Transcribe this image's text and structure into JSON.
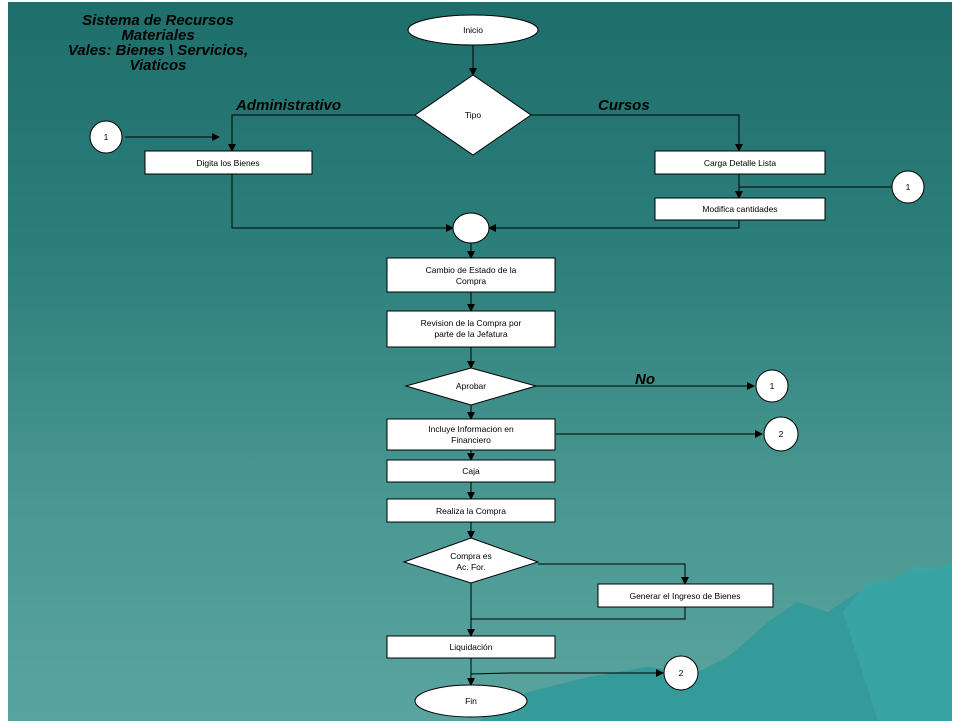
{
  "title_lines": [
    "Sistema de Recursos",
    "Materiales",
    "Vales: Bienes \\ Servicios,",
    "Viaticos"
  ],
  "branch_labels": {
    "left": "Administrativo",
    "right": "Cursos",
    "no": "No"
  },
  "nodes": {
    "inicio": "Inicio",
    "tipo": "Tipo",
    "digita": "Digita los Bienes",
    "carga": "Carga Detalle Lista",
    "modifica": "Modifica cantidades",
    "cambio": [
      "Cambio de Estado de la",
      "Compra"
    ],
    "revision": [
      "Revision de la Compra por",
      "parte de la Jefatura"
    ],
    "aprobar": "Aprobar",
    "incluye": [
      "Incluye Informacion en",
      "Financiero"
    ],
    "caja": "Caja",
    "realiza": "Realiza la Compra",
    "compra_es": [
      "Compra es",
      "Ac. For."
    ],
    "generar": "Generar el Ingreso de Bienes",
    "liquidacion": "Liquidación",
    "fin": "Fin"
  },
  "connectors": {
    "c1a": "1",
    "c1b": "1",
    "c1c": "1",
    "c2a": "2",
    "c2b": "2"
  }
}
